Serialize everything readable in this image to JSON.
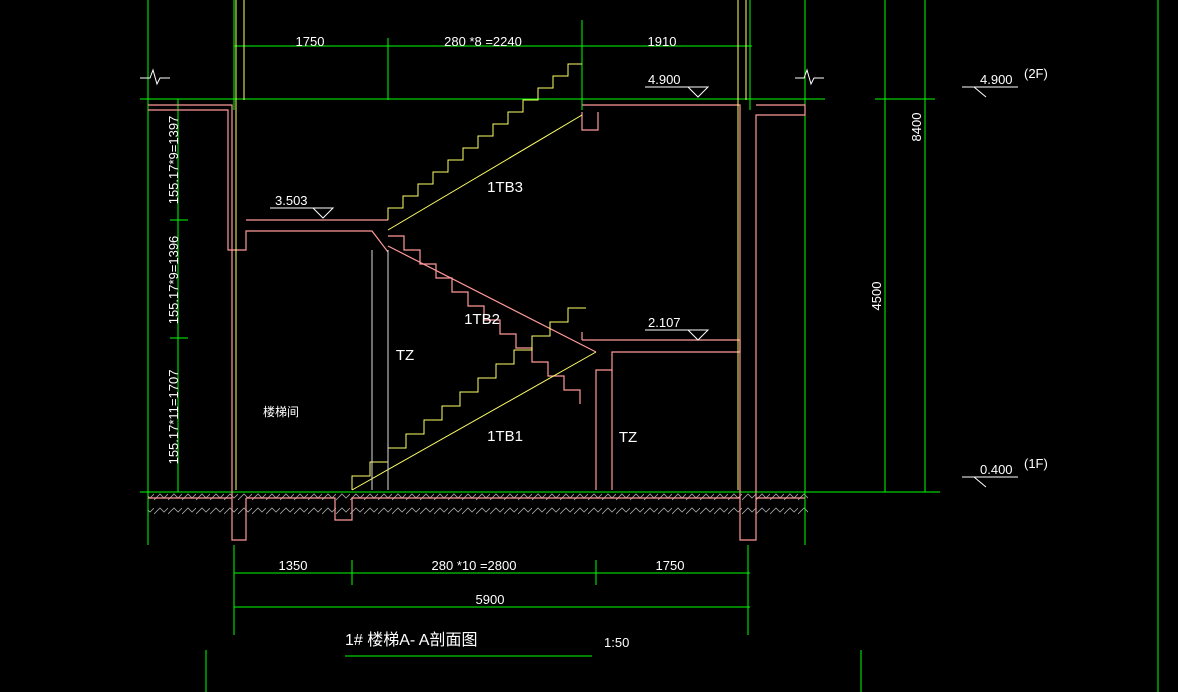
{
  "drawing": {
    "title": "1# 楼梯A- A剖面图",
    "scale": "1:50",
    "room_label": "楼梯间",
    "colors": {
      "background": "#000000",
      "dimension": "#00ff00",
      "wall": "#ff9999",
      "stair_yellow": "#ffff66",
      "text": "#ffffff"
    },
    "top_dims": [
      "1750",
      "280 *8 =2240",
      "1910"
    ],
    "bottom_dims": [
      "1350",
      "280 *10 =2800",
      "1750"
    ],
    "total_dim": "5900",
    "left_dims": [
      "155.17*9=1397",
      "155.17*9=1396",
      "155.17*11=1707"
    ],
    "right_dims": [
      "8400",
      "4500"
    ],
    "elevations": {
      "top_floor": "4.900",
      "upper_landing": "3.503",
      "middle_landing": "2.107",
      "right_top": "4.900",
      "right_top_level": "(2F)",
      "right_bottom": "0.400",
      "right_bottom_level": "(1F)"
    },
    "flights": [
      "1TB3",
      "1TB2",
      "1TB1"
    ],
    "columns": [
      "TZ",
      "TZ"
    ]
  }
}
